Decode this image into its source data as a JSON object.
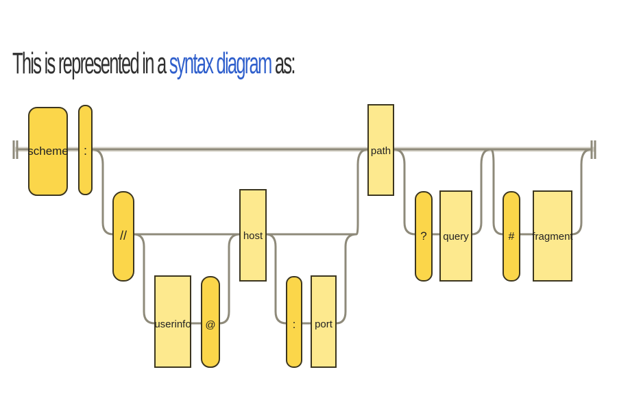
{
  "caption": {
    "prefix": "This is represented in a ",
    "link_text": "syntax diagram",
    "suffix": " as:"
  },
  "colors": {
    "nonterminal_fill": "#fde98e",
    "terminal_fill": "#fbd64a",
    "box_edge": "#3b351f",
    "link": "#2f5fcc",
    "rail": "#8e8a7a"
  },
  "diagram": {
    "nodes": {
      "scheme": {
        "label": "scheme"
      },
      "colon": {
        "label": ":"
      },
      "slashes": {
        "label": "//"
      },
      "userinfo": {
        "label": "userinfo"
      },
      "at": {
        "label": "@"
      },
      "host": {
        "label": "host"
      },
      "port_colon": {
        "label": ":"
      },
      "port": {
        "label": "port"
      },
      "path": {
        "label": "path"
      },
      "qmark": {
        "label": "?"
      },
      "query": {
        "label": "query"
      },
      "hash": {
        "label": "#"
      },
      "fragment": {
        "label": "fragment"
      }
    }
  }
}
